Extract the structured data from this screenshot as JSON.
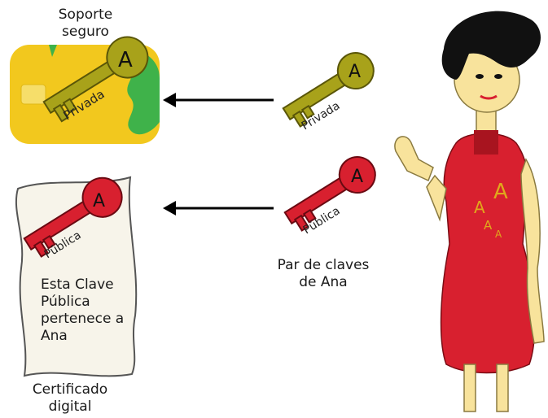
{
  "labels": {
    "secure_support": "Soporte\nseguro",
    "key_pair": "Par de claves\nde Ana",
    "certificate": "Certificado\ndigital"
  },
  "keys": {
    "private_label": "Privada",
    "public_label": "Pública",
    "key_letter": "A"
  },
  "certificate_text": "Esta Clave\nPública\npertenece a\nAna",
  "person": {
    "shirt_letters": [
      "A",
      "A",
      "A",
      "A"
    ]
  },
  "colors": {
    "card_yellow": "#f2c81e",
    "card_green": "#3fb24a",
    "private_key_olive": "#a8a21a",
    "public_key_red": "#d8202f",
    "dress_red": "#d8202f",
    "skin": "#f8e39c",
    "hair": "#111111"
  }
}
